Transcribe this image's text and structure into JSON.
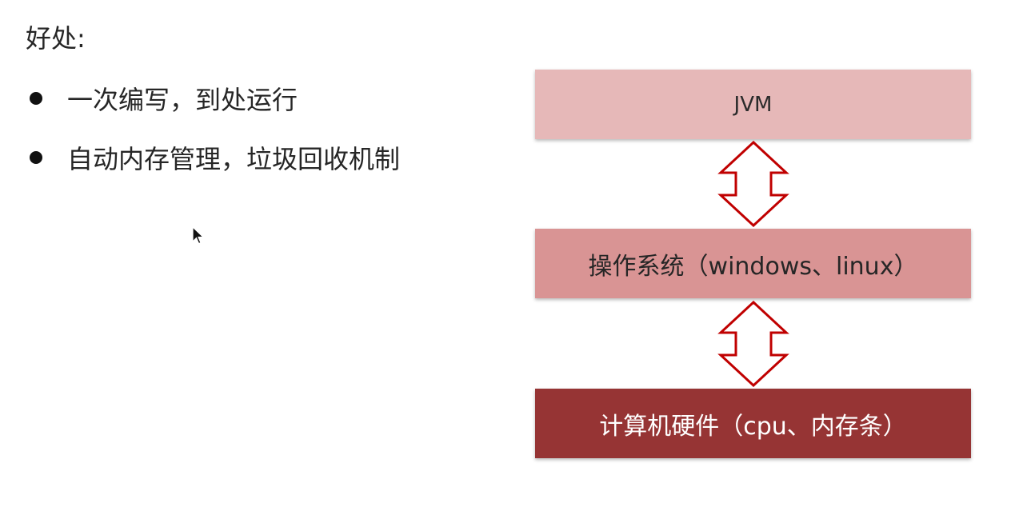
{
  "slide": {
    "heading": "好处:",
    "bullets": [
      "一次编写，到处运行",
      "自动内存管理，垃圾回收机制"
    ]
  },
  "diagram": {
    "layers": [
      {
        "label": "JVM",
        "color": "#e6b8b8"
      },
      {
        "label": "操作系统（windows、linux）",
        "color": "#d99494"
      },
      {
        "label": "计算机硬件（cpu、内存条）",
        "color": "#963434"
      }
    ],
    "arrow_color": "#c00000",
    "arrow_icon": "double-arrow-vertical-icon"
  }
}
